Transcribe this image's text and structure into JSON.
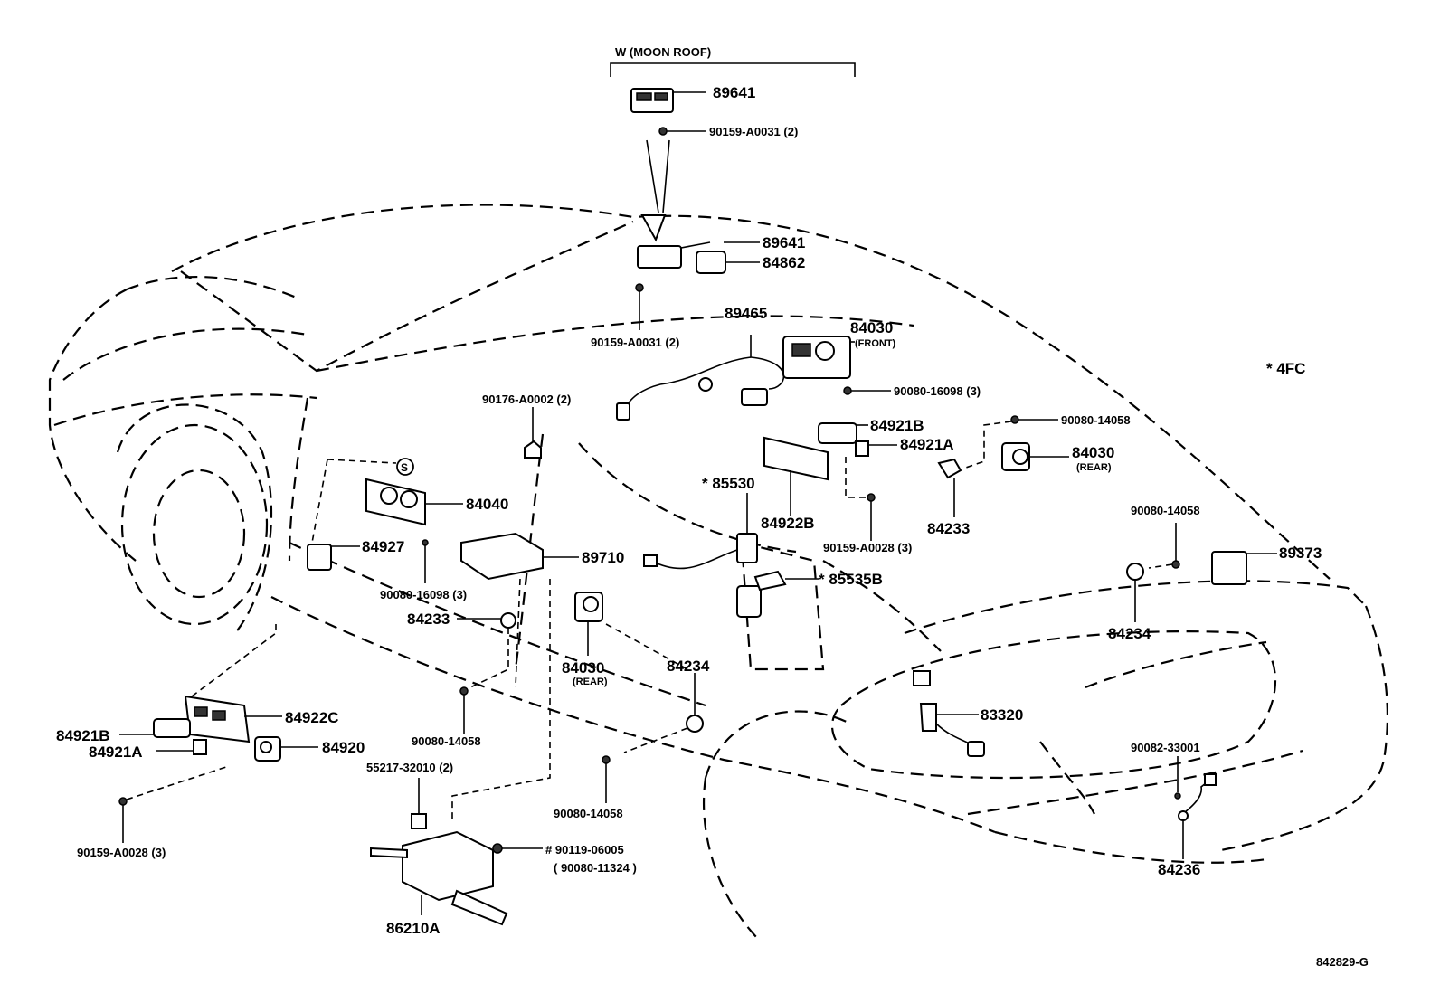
{
  "header": {
    "moon_roof": "W (MOON ROOF)"
  },
  "note": "* 4FC",
  "figure_id": "842829-G",
  "labels": {
    "p89641_top": "89641",
    "p90159_a0031_top": "90159-A0031 (2)",
    "p89641": "89641",
    "p84862": "84862",
    "p90159_a0031": "90159-A0031 (2)",
    "p89465": "89465",
    "p84030_front": "84030",
    "p84030_front_note": "(FRONT)",
    "p90080_16098_r": "90080-16098 (3)",
    "p90176": "90176-A0002 (2)",
    "p84921b_r": "84921B",
    "p84921a_r": "84921A",
    "p90080_14058_r1": "90080-14058",
    "p84030_rear_r": "84030",
    "p84030_rear_r_note": "(REAR)",
    "s_symbol": "S",
    "p85530": "* 85530",
    "p84922b": "84922B",
    "p84233_r": "84233",
    "p90159_a0028_c": "90159-A0028 (3)",
    "p84040": "84040",
    "p84927": "84927",
    "p89710": "89710",
    "p85535b": "* 85535B",
    "p90080_14058_r2": "90080-14058",
    "p89373": "89373",
    "p90080_16098_l": "90080-16098 (3)",
    "p84233_l": "84233",
    "p84030_rear_c": "84030",
    "p84030_rear_c_note": "(REAR)",
    "p84234_r": "84234",
    "p84234_c": "84234",
    "p83320": "83320",
    "p84922c": "84922C",
    "p84921b_l": "84921B",
    "p84921a_l": "84921A",
    "p84920": "84920",
    "p90080_14058_l": "90080-14058",
    "p55217": "55217-32010 (2)",
    "p90080_14058_c": "90080-14058",
    "p90082": "90082-33001",
    "p90119": "# 90119-06005",
    "p90080_11324": "( 90080-11324 )",
    "p90159_a0028_l": "90159-A0028 (3)",
    "p86210a": "86210A",
    "p84236": "84236"
  }
}
